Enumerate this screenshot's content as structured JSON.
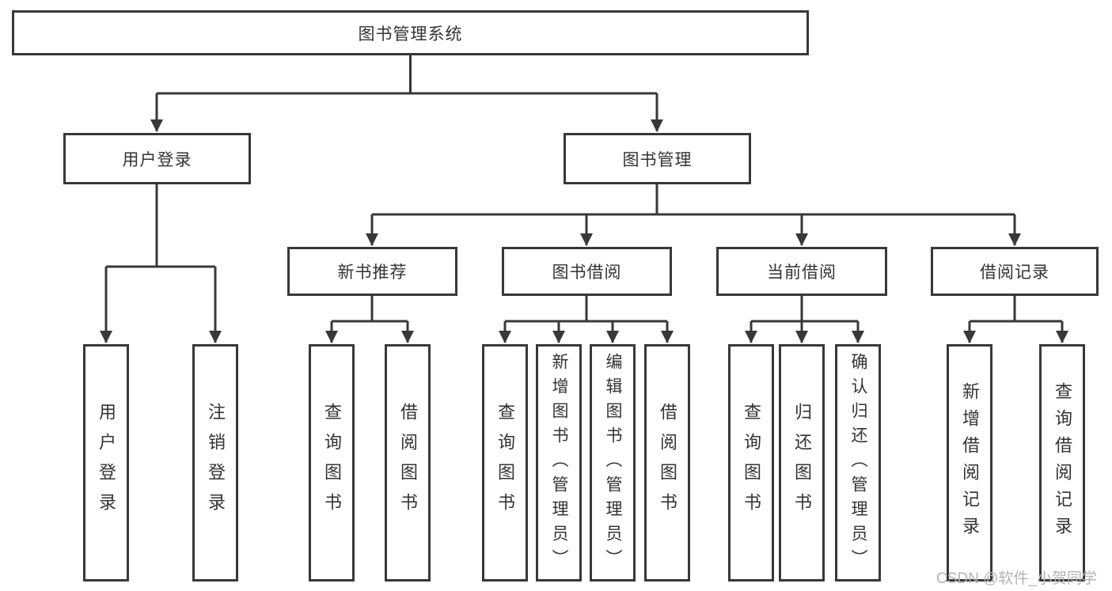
{
  "tree": {
    "root": {
      "label": "图书管理系统",
      "children": [
        {
          "label": "用户登录",
          "children": [
            {
              "label": "用户登录"
            },
            {
              "label": "注销登录"
            }
          ]
        },
        {
          "label": "图书管理",
          "children": [
            {
              "label": "新书推荐",
              "children": [
                {
                  "label": "查询图书"
                },
                {
                  "label": "借阅图书"
                }
              ]
            },
            {
              "label": "图书借阅",
              "children": [
                {
                  "label": "查询图书"
                },
                {
                  "label": "新增图书（管理员）"
                },
                {
                  "label": "编辑图书（管理员）"
                },
                {
                  "label": "借阅图书"
                }
              ]
            },
            {
              "label": "当前借阅",
              "children": [
                {
                  "label": "查询图书"
                },
                {
                  "label": "归还图书"
                },
                {
                  "label": "确认归还（管理员）"
                }
              ]
            },
            {
              "label": "借阅记录",
              "children": [
                {
                  "label": "新增借阅记录"
                },
                {
                  "label": "查询借阅记录"
                }
              ]
            }
          ]
        }
      ]
    }
  },
  "watermark": {
    "text": "CSDN @软件_小贺同学"
  },
  "colors": {
    "line": "#383838",
    "box_border": "#383838",
    "text": "#333333",
    "watermark": "#b3b3b3",
    "background": "#ffffff"
  }
}
